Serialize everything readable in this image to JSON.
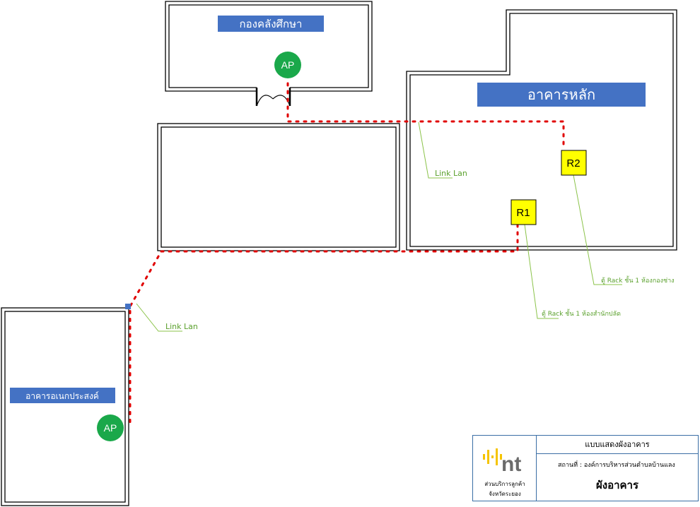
{
  "buildings": {
    "treasury": "กองคลังศึกษา",
    "main": "อาคารหลัก",
    "multipurpose": "อาคารอเนกประสงค์"
  },
  "access_points": [
    "AP",
    "AP"
  ],
  "racks": [
    "R1",
    "R2"
  ],
  "links": [
    "Link Lan",
    "Link Lan"
  ],
  "rack_notes": {
    "r2": "ตู้ Rack ชั้น 1 ห้องกองช่าง",
    "r1": "ตู้ Rack ชั้น 1 ห้องสำนักปลัด"
  },
  "colors": {
    "label_fill": "#4472c4",
    "ap_fill": "#1aa84a",
    "rack_fill": "#ffff00",
    "link_color": "#e00000",
    "callout_color": "#8bc34a",
    "logo_yellow": "#f5c400",
    "logo_gray": "#6b6b6b"
  },
  "title_block": {
    "logo_text": "nt",
    "org_line1": "ส่วนบริการลูกค้า",
    "org_line2": "จังหวัดระยอง",
    "title": "แบบแสดงผังอาคาร",
    "place": "สถานที่ : องค์การบริหารส่วนตำบลบ้านแลง",
    "name": "ผังอาคาร"
  }
}
